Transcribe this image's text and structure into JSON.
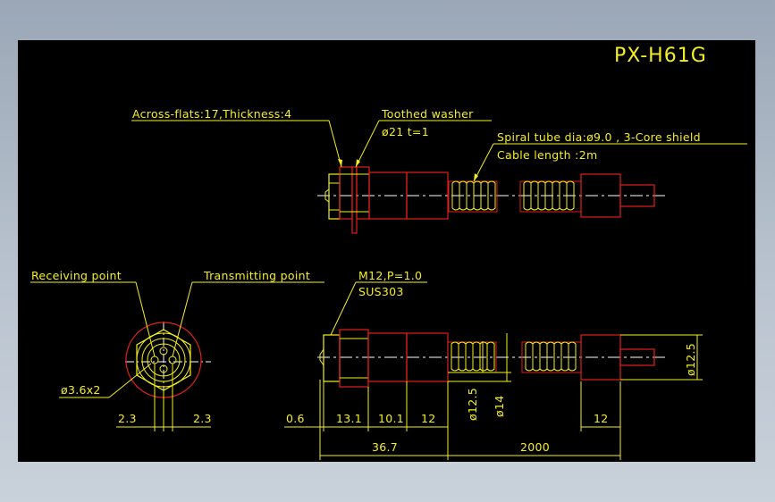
{
  "title": "PX-H61G",
  "colors": {
    "background": "#000000",
    "annotation": "#f5ef1f",
    "outline": "#e0201c",
    "centerline": "#ffffff"
  },
  "labels": {
    "across_flats": "Across-flats:17,Thickness:4",
    "toothed_washer": "Toothed washer",
    "washer_dim": "ø21 t=1",
    "spiral_tube": "Spiral tube dia:ø9.0 , 3-Core shield",
    "cable_length": "Cable length :2m",
    "receiving_point": "Receiving point",
    "transmitting_point": "Transmitting point",
    "thread": "M12,P=1.0",
    "material": "SUS303",
    "hole_dia": "ø3.6x2"
  },
  "dimensions": {
    "left_offset": "2.3",
    "right_offset": "2.3",
    "d_0_6": "0.6",
    "d_13_1": "13.1",
    "d_10_1": "10.1",
    "d_12_a": "12",
    "d_12_5_a": "ø12.5",
    "d_14": "ø14",
    "d_12_b": "12",
    "d_12_5_b": "ø12.5",
    "total_a": "36.7",
    "total_b": "2000"
  }
}
